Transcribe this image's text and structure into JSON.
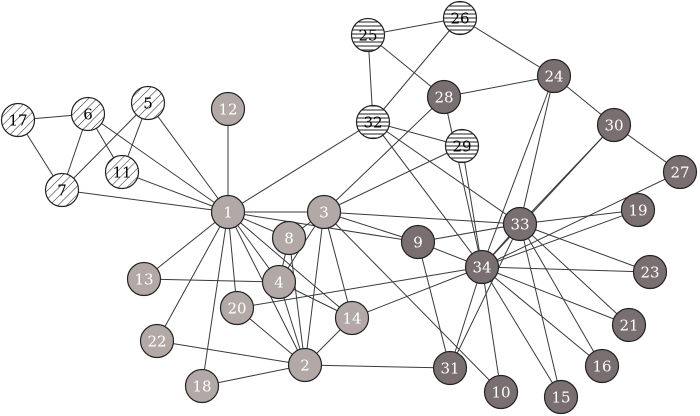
{
  "graph": {
    "nodes": [
      {
        "id": "1",
        "label": "1",
        "group": "light-gray"
      },
      {
        "id": "2",
        "label": "2",
        "group": "light-gray"
      },
      {
        "id": "3",
        "label": "3",
        "group": "light-gray"
      },
      {
        "id": "4",
        "label": "4",
        "group": "light-gray"
      },
      {
        "id": "5",
        "label": "5",
        "group": "diagonal-hatch"
      },
      {
        "id": "6",
        "label": "6",
        "group": "diagonal-hatch"
      },
      {
        "id": "7",
        "label": "7",
        "group": "diagonal-hatch"
      },
      {
        "id": "8",
        "label": "8",
        "group": "light-gray"
      },
      {
        "id": "9",
        "label": "9",
        "group": "dark-gray"
      },
      {
        "id": "10",
        "label": "10",
        "group": "dark-gray"
      },
      {
        "id": "11",
        "label": "11",
        "group": "diagonal-hatch"
      },
      {
        "id": "12",
        "label": "12",
        "group": "light-gray"
      },
      {
        "id": "13",
        "label": "13",
        "group": "light-gray"
      },
      {
        "id": "14",
        "label": "14",
        "group": "light-gray"
      },
      {
        "id": "15",
        "label": "15",
        "group": "dark-gray"
      },
      {
        "id": "16",
        "label": "16",
        "group": "dark-gray"
      },
      {
        "id": "17",
        "label": "17",
        "group": "diagonal-hatch"
      },
      {
        "id": "18",
        "label": "18",
        "group": "light-gray"
      },
      {
        "id": "19",
        "label": "19",
        "group": "dark-gray"
      },
      {
        "id": "20",
        "label": "20",
        "group": "light-gray"
      },
      {
        "id": "21",
        "label": "21",
        "group": "dark-gray"
      },
      {
        "id": "22",
        "label": "22",
        "group": "light-gray"
      },
      {
        "id": "23",
        "label": "23",
        "group": "dark-gray"
      },
      {
        "id": "24",
        "label": "24",
        "group": "dark-gray"
      },
      {
        "id": "25",
        "label": "25",
        "group": "horizontal-hatch"
      },
      {
        "id": "26",
        "label": "26",
        "group": "horizontal-hatch"
      },
      {
        "id": "27",
        "label": "27",
        "group": "dark-gray"
      },
      {
        "id": "28",
        "label": "28",
        "group": "dark-gray"
      },
      {
        "id": "29",
        "label": "29",
        "group": "horizontal-hatch"
      },
      {
        "id": "30",
        "label": "30",
        "group": "dark-gray"
      },
      {
        "id": "31",
        "label": "31",
        "group": "dark-gray"
      },
      {
        "id": "32",
        "label": "32",
        "group": "horizontal-hatch"
      },
      {
        "id": "33",
        "label": "33",
        "group": "dark-gray"
      },
      {
        "id": "34",
        "label": "34",
        "group": "dark-gray"
      }
    ],
    "edges": [
      [
        "1",
        "2"
      ],
      [
        "1",
        "3"
      ],
      [
        "1",
        "4"
      ],
      [
        "1",
        "5"
      ],
      [
        "1",
        "6"
      ],
      [
        "1",
        "7"
      ],
      [
        "1",
        "8"
      ],
      [
        "1",
        "9"
      ],
      [
        "1",
        "11"
      ],
      [
        "1",
        "12"
      ],
      [
        "1",
        "13"
      ],
      [
        "1",
        "14"
      ],
      [
        "1",
        "18"
      ],
      [
        "1",
        "20"
      ],
      [
        "1",
        "22"
      ],
      [
        "1",
        "32"
      ],
      [
        "2",
        "3"
      ],
      [
        "2",
        "4"
      ],
      [
        "2",
        "8"
      ],
      [
        "2",
        "14"
      ],
      [
        "2",
        "18"
      ],
      [
        "2",
        "20"
      ],
      [
        "2",
        "22"
      ],
      [
        "2",
        "31"
      ],
      [
        "3",
        "4"
      ],
      [
        "3",
        "8"
      ],
      [
        "3",
        "9"
      ],
      [
        "3",
        "10"
      ],
      [
        "3",
        "14"
      ],
      [
        "3",
        "28"
      ],
      [
        "3",
        "29"
      ],
      [
        "3",
        "33"
      ],
      [
        "4",
        "8"
      ],
      [
        "4",
        "13"
      ],
      [
        "4",
        "14"
      ],
      [
        "5",
        "7"
      ],
      [
        "5",
        "11"
      ],
      [
        "6",
        "7"
      ],
      [
        "6",
        "11"
      ],
      [
        "6",
        "17"
      ],
      [
        "7",
        "17"
      ],
      [
        "9",
        "31"
      ],
      [
        "9",
        "33"
      ],
      [
        "9",
        "34"
      ],
      [
        "10",
        "34"
      ],
      [
        "14",
        "34"
      ],
      [
        "15",
        "33"
      ],
      [
        "15",
        "34"
      ],
      [
        "16",
        "33"
      ],
      [
        "16",
        "34"
      ],
      [
        "19",
        "33"
      ],
      [
        "19",
        "34"
      ],
      [
        "20",
        "34"
      ],
      [
        "21",
        "33"
      ],
      [
        "21",
        "34"
      ],
      [
        "23",
        "33"
      ],
      [
        "23",
        "34"
      ],
      [
        "24",
        "26"
      ],
      [
        "24",
        "28"
      ],
      [
        "24",
        "30"
      ],
      [
        "24",
        "33"
      ],
      [
        "24",
        "34"
      ],
      [
        "25",
        "26"
      ],
      [
        "25",
        "28"
      ],
      [
        "25",
        "32"
      ],
      [
        "26",
        "32"
      ],
      [
        "27",
        "30"
      ],
      [
        "27",
        "34"
      ],
      [
        "28",
        "34"
      ],
      [
        "29",
        "32"
      ],
      [
        "29",
        "34"
      ],
      [
        "30",
        "33"
      ],
      [
        "30",
        "34"
      ],
      [
        "31",
        "33"
      ],
      [
        "31",
        "34"
      ],
      [
        "32",
        "33"
      ],
      [
        "32",
        "34"
      ],
      [
        "33",
        "34"
      ]
    ]
  },
  "colors": {
    "light_gray_fill": "#b2a9a7",
    "dark_gray_fill": "#7a6f70",
    "hatch_background": "#ffffff",
    "hatch_stroke": "#333333",
    "node_outline": "#222222",
    "edge": "#3a3a3a",
    "label_on_dark": "#ffffff",
    "label_on_light": "#ffffff",
    "label_on_hatch": "#000000"
  }
}
